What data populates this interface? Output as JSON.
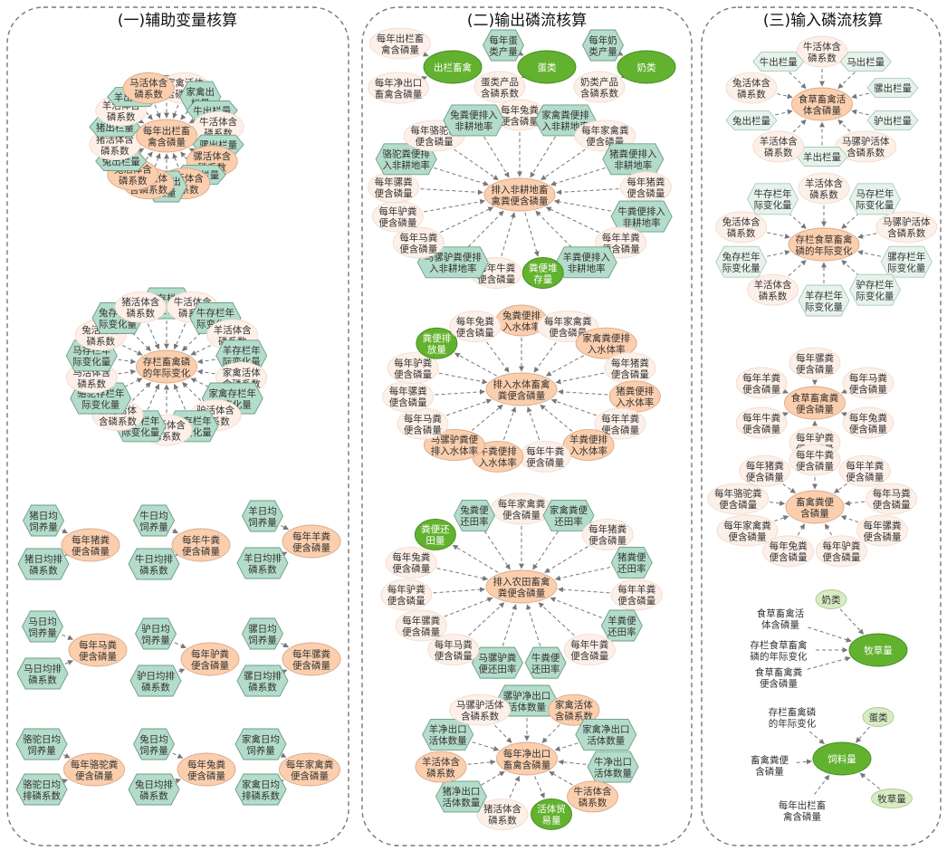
{
  "colors": {
    "node_orange": "#fbcfae",
    "node_orange_stroke": "#d9a98a",
    "node_teal": "#b4dccb",
    "node_teal_stroke": "#6b9c88",
    "node_lightteal": "#e6f3ec",
    "node_lightteal_stroke": "#aac9b8",
    "node_pale": "#fdf0e8",
    "node_pale_stroke": "#f0dccf",
    "node_green": "#63b22f",
    "node_green_stroke": "#3f8a1c",
    "node_lightgreen": "#d8ecc4",
    "node_lightgreen_stroke": "#a9cc8a",
    "edge": "#777777",
    "panel_border": "#777777"
  },
  "panels": [
    {
      "title": "(一)辅助变量核算"
    },
    {
      "title": "(二)输出磷流核算"
    },
    {
      "title": "(三)输入磷流核算"
    }
  ],
  "groups": [
    {
      "center": {
        "text": "每年出栏畜禽含磷量",
        "style": "orange"
      },
      "leaves": [
        {
          "text": "马出栏量",
          "style": "teal",
          "dir": "in"
        },
        {
          "text": "家禽活体含磷系数",
          "style": "pale",
          "dir": "in"
        },
        {
          "text": "家禽出栏量",
          "style": "teal",
          "dir": "in"
        },
        {
          "text": "牛出栏量",
          "style": "teal",
          "dir": "in"
        },
        {
          "text": "牛活体含磷系数",
          "style": "pale",
          "dir": "in"
        },
        {
          "text": "骡出栏量",
          "style": "teal",
          "dir": "in"
        },
        {
          "text": "骡活体含磷系数",
          "style": "orange",
          "dir": "in"
        },
        {
          "text": "驴出栏量",
          "style": "teal",
          "dir": "in"
        },
        {
          "text": "驴活体含磷系数",
          "style": "orange",
          "dir": "in"
        },
        {
          "text": "骆驼出栏量",
          "style": "teal",
          "dir": "in"
        },
        {
          "text": "骆驼活体含磷系数",
          "style": "orange",
          "dir": "in"
        },
        {
          "text": "兔活体含磷系数",
          "style": "orange",
          "dir": "in"
        },
        {
          "text": "兔出栏量",
          "style": "teal",
          "dir": "in"
        },
        {
          "text": "猪活体含磷系数",
          "style": "pale",
          "dir": "in"
        },
        {
          "text": "猪出栏量",
          "style": "teal",
          "dir": "in"
        },
        {
          "text": "羊活体含磷系数",
          "style": "pale",
          "dir": "in"
        },
        {
          "text": "羊出栏量",
          "style": "teal",
          "dir": "in"
        },
        {
          "text": "马活体含磷系数",
          "style": "orange",
          "dir": "in"
        }
      ]
    },
    {
      "center": {
        "text": "存栏畜禽磷的年际变化",
        "style": "orange"
      },
      "leaves": [
        {
          "text": "猪存栏年际变化量",
          "style": "teal",
          "dir": "in"
        },
        {
          "text": "牛活体含磷系数",
          "style": "pale",
          "dir": "in"
        },
        {
          "text": "牛存栏年际变化量",
          "style": "teal",
          "dir": "in"
        },
        {
          "text": "羊活体含磷系数",
          "style": "pale",
          "dir": "in"
        },
        {
          "text": "羊存栏年际变化量",
          "style": "teal",
          "dir": "in"
        },
        {
          "text": "家禽活体含磷系数",
          "style": "pale",
          "dir": "in"
        },
        {
          "text": "家禽存栏年际变化量",
          "style": "teal",
          "dir": "in"
        },
        {
          "text": "驴活体含磷系数",
          "style": "pale",
          "dir": "in"
        },
        {
          "text": "驴存栏年际变化量",
          "style": "teal",
          "dir": "in"
        },
        {
          "text": "骡活体含磷系数",
          "style": "pale",
          "dir": "in"
        },
        {
          "text": "骡存栏年际变化量",
          "style": "teal",
          "dir": "in"
        },
        {
          "text": "骆驼活体含磷系数",
          "style": "pale",
          "dir": "in"
        },
        {
          "text": "骆驼存栏年际变化量",
          "style": "teal",
          "dir": "in"
        },
        {
          "text": "马活体含磷系数",
          "style": "pale",
          "dir": "in"
        },
        {
          "text": "马存栏年际变化量",
          "style": "teal",
          "dir": "in"
        },
        {
          "text": "兔活体含磷系数",
          "style": "pale",
          "dir": "in"
        },
        {
          "text": "兔存栏年际变化量",
          "style": "teal",
          "dir": "in"
        },
        {
          "text": "猪活体含磷系数",
          "style": "pale",
          "dir": "in"
        }
      ]
    },
    {
      "center": {
        "text": "每年猪粪便含磷量",
        "style": "orange"
      },
      "leaves": [
        {
          "text": "猪日均饲养量",
          "style": "teal",
          "dir": "in"
        },
        {
          "text": "猪日均排磷系数",
          "style": "teal",
          "dir": "in"
        }
      ]
    },
    {
      "center": {
        "text": "每年牛粪便含磷量",
        "style": "orange"
      },
      "leaves": [
        {
          "text": "牛日均饲养量",
          "style": "teal",
          "dir": "in"
        },
        {
          "text": "牛日均排磷系数",
          "style": "teal",
          "dir": "in"
        }
      ]
    },
    {
      "center": {
        "text": "每年羊粪便含磷量",
        "style": "orange"
      },
      "leaves": [
        {
          "text": "羊日均饲养量",
          "style": "teal",
          "dir": "in"
        },
        {
          "text": "羊日均排磷系数",
          "style": "teal",
          "dir": "in"
        }
      ]
    },
    {
      "center": {
        "text": "每年马粪便含磷量",
        "style": "orange"
      },
      "leaves": [
        {
          "text": "马日均饲养量",
          "style": "teal",
          "dir": "in"
        },
        {
          "text": "马日均排磷系数",
          "style": "teal",
          "dir": "in"
        }
      ]
    },
    {
      "center": {
        "text": "每年驴粪便含磷量",
        "style": "orange"
      },
      "leaves": [
        {
          "text": "驴日均饲养量",
          "style": "teal",
          "dir": "in"
        },
        {
          "text": "驴日均排磷系数",
          "style": "teal",
          "dir": "in"
        }
      ]
    },
    {
      "center": {
        "text": "每年骡粪便含磷量",
        "style": "orange"
      },
      "leaves": [
        {
          "text": "骡日均饲养量",
          "style": "teal",
          "dir": "in"
        },
        {
          "text": "骡日均排磷系数",
          "style": "teal",
          "dir": "in"
        }
      ]
    },
    {
      "center": {
        "text": "每年骆驼粪便含磷量",
        "style": "orange"
      },
      "leaves": [
        {
          "text": "骆驼日均饲养量",
          "style": "teal",
          "dir": "in"
        },
        {
          "text": "骆驼日均排磷系数",
          "style": "teal",
          "dir": "in"
        }
      ]
    },
    {
      "center": {
        "text": "每年兔粪便含磷量",
        "style": "orange"
      },
      "leaves": [
        {
          "text": "兔日均饲养量",
          "style": "teal",
          "dir": "in"
        },
        {
          "text": "兔日均排磷系数",
          "style": "teal",
          "dir": "in"
        }
      ]
    },
    {
      "center": {
        "text": "每年家禽粪便含磷量",
        "style": "orange"
      },
      "leaves": [
        {
          "text": "家禽日均饲养量",
          "style": "teal",
          "dir": "in"
        },
        {
          "text": "家禽日均排磷系数",
          "style": "teal",
          "dir": "in"
        }
      ]
    },
    {
      "center": {
        "text": "出栏畜禽",
        "style": "green"
      },
      "leaves": [
        {
          "text": "每年出栏畜禽含磷量",
          "style": "pale",
          "dir": "in"
        },
        {
          "text": "每年净出口畜禽含磷量",
          "style": "pale",
          "dir": "in"
        }
      ]
    },
    {
      "center": {
        "text": "蛋类",
        "style": "green"
      },
      "leaves": [
        {
          "text": "每年蛋类产量",
          "style": "teal",
          "dir": "in"
        },
        {
          "text": "蛋类产品含磷系数",
          "style": "pale",
          "dir": "in"
        }
      ]
    },
    {
      "center": {
        "text": "奶类",
        "style": "green"
      },
      "leaves": [
        {
          "text": "每年奶类产量",
          "style": "teal",
          "dir": "in"
        },
        {
          "text": "奶类产品含磷系数",
          "style": "pale",
          "dir": "in"
        }
      ]
    },
    {
      "center": {
        "text": "排入非耕地畜禽粪便含磷量",
        "style": "orange"
      },
      "leaves": [
        {
          "text": "每年兔粪便含磷量",
          "style": "pale",
          "dir": "in"
        },
        {
          "text": "家禽粪便排入非耕地率",
          "style": "teal",
          "dir": "in"
        },
        {
          "text": "每年家禽粪便含磷量",
          "style": "pale",
          "dir": "in"
        },
        {
          "text": "猪粪便排入非耕地率",
          "style": "teal",
          "dir": "in"
        },
        {
          "text": "每年猪粪便含磷量",
          "style": "pale",
          "dir": "in"
        },
        {
          "text": "牛粪便排入非耕地率",
          "style": "teal",
          "dir": "in"
        },
        {
          "text": "每年羊粪便含磷量",
          "style": "pale",
          "dir": "in"
        },
        {
          "text": "羊粪便排入非耕地率",
          "style": "teal",
          "dir": "in"
        },
        {
          "text": "粪便堆存量",
          "style": "green",
          "dir": "out"
        },
        {
          "text": "每年牛粪便含磷量",
          "style": "pale",
          "dir": "in"
        },
        {
          "text": "马骡驴粪便排入非耕地率",
          "style": "teal",
          "dir": "in"
        },
        {
          "text": "每年马粪便含磷量",
          "style": "pale",
          "dir": "in"
        },
        {
          "text": "每年驴粪便含磷量",
          "style": "pale",
          "dir": "in"
        },
        {
          "text": "每年骡粪便含磷量",
          "style": "pale",
          "dir": "in"
        },
        {
          "text": "骆驼粪便排入非耕地率",
          "style": "teal",
          "dir": "in"
        },
        {
          "text": "每年骆驼粪便含磷量",
          "style": "pale",
          "dir": "in"
        },
        {
          "text": "兔粪便排入非耕地率",
          "style": "teal",
          "dir": "in"
        }
      ]
    },
    {
      "center": {
        "text": "排入水体畜禽粪便含磷量",
        "style": "orange"
      },
      "leaves": [
        {
          "text": "兔粪便排入水体率",
          "style": "orange",
          "dir": "in"
        },
        {
          "text": "每年家禽粪便含磷量",
          "style": "pale",
          "dir": "in"
        },
        {
          "text": "家禽粪便排入水体率",
          "style": "orange",
          "dir": "in"
        },
        {
          "text": "每年猪粪便含磷量",
          "style": "pale",
          "dir": "in"
        },
        {
          "text": "猪粪便排入水体率",
          "style": "orange",
          "dir": "in"
        },
        {
          "text": "每年羊粪便含磷量",
          "style": "pale",
          "dir": "in"
        },
        {
          "text": "羊粪便排入水体率",
          "style": "orange",
          "dir": "in"
        },
        {
          "text": "每年牛粪便含磷量",
          "style": "pale",
          "dir": "in"
        },
        {
          "text": "牛粪便排入水体率",
          "style": "orange",
          "dir": "in"
        },
        {
          "text": "马骡驴粪便排入水体率",
          "style": "orange",
          "dir": "in"
        },
        {
          "text": "每年马粪便含磷量",
          "style": "pale",
          "dir": "in"
        },
        {
          "text": "每年骡粪便含磷量",
          "style": "pale",
          "dir": "in"
        },
        {
          "text": "每年驴粪便含磷量",
          "style": "pale",
          "dir": "in"
        },
        {
          "text": "粪便排放量",
          "style": "green",
          "dir": "out"
        },
        {
          "text": "每年兔粪便含磷量",
          "style": "pale",
          "dir": "in"
        }
      ]
    },
    {
      "center": {
        "text": "排入农田畜禽粪便含磷量",
        "style": "orange"
      },
      "leaves": [
        {
          "text": "每年家禽粪便含磷量",
          "style": "pale",
          "dir": "in"
        },
        {
          "text": "家禽粪便还田率",
          "style": "teal",
          "dir": "in"
        },
        {
          "text": "每年猪粪便含磷量",
          "style": "pale",
          "dir": "in"
        },
        {
          "text": "猪粪便还田率",
          "style": "teal",
          "dir": "in"
        },
        {
          "text": "每年羊粪便含磷量",
          "style": "pale",
          "dir": "in"
        },
        {
          "text": "羊粪便还田率",
          "style": "teal",
          "dir": "in"
        },
        {
          "text": "每年牛粪便含磷量",
          "style": "pale",
          "dir": "in"
        },
        {
          "text": "牛粪便还田率",
          "style": "teal",
          "dir": "in"
        },
        {
          "text": "马骡驴粪便还田率",
          "style": "teal",
          "dir": "in"
        },
        {
          "text": "每年马粪便含磷量",
          "style": "pale",
          "dir": "in"
        },
        {
          "text": "每年骡粪便含磷量",
          "style": "pale",
          "dir": "in"
        },
        {
          "text": "每年驴粪便含磷量",
          "style": "pale",
          "dir": "in"
        },
        {
          "text": "每年兔粪便含磷量",
          "style": "pale",
          "dir": "in"
        },
        {
          "text": "粪便还田量",
          "style": "green",
          "dir": "out"
        },
        {
          "text": "兔粪便还田率",
          "style": "teal",
          "dir": "in"
        }
      ]
    },
    {
      "center": {
        "text": "每年净出口畜禽含磷量",
        "style": "orange"
      },
      "leaves": [
        {
          "text": "骡驴净出口活体数量",
          "style": "teal",
          "dir": "in"
        },
        {
          "text": "家禽活体含磷系数",
          "style": "orange",
          "dir": "in"
        },
        {
          "text": "家禽净出口活体数量",
          "style": "teal",
          "dir": "in"
        },
        {
          "text": "牛净出口活体数量",
          "style": "teal",
          "dir": "in"
        },
        {
          "text": "牛活体含磷系数",
          "style": "orange",
          "dir": "in"
        },
        {
          "text": "活体贸易量",
          "style": "green",
          "dir": "out"
        },
        {
          "text": "猪活体含磷系数",
          "style": "pale",
          "dir": "in"
        },
        {
          "text": "猪净出口活体数量",
          "style": "teal",
          "dir": "in"
        },
        {
          "text": "羊活体含磷系数",
          "style": "orange",
          "dir": "in"
        },
        {
          "text": "羊净出口活体数量",
          "style": "teal",
          "dir": "in"
        },
        {
          "text": "马骡驴活体含磷系数",
          "style": "pale",
          "dir": "in"
        }
      ]
    },
    {
      "center": {
        "text": "食草畜禽活体含磷量",
        "style": "orange"
      },
      "leaves": [
        {
          "text": "牛活体含磷系数",
          "style": "pale",
          "dir": "in"
        },
        {
          "text": "马出栏量",
          "style": "lightteal",
          "dir": "in"
        },
        {
          "text": "骡出栏量",
          "style": "lightteal",
          "dir": "in"
        },
        {
          "text": "驴出栏量",
          "style": "lightteal",
          "dir": "in"
        },
        {
          "text": "马骡驴活体含磷系数",
          "style": "pale",
          "dir": "in"
        },
        {
          "text": "羊出栏量",
          "style": "lightteal",
          "dir": "in"
        },
        {
          "text": "羊活体含磷系数",
          "style": "pale",
          "dir": "in"
        },
        {
          "text": "兔出栏量",
          "style": "lightteal",
          "dir": "in"
        },
        {
          "text": "兔活体含磷系数",
          "style": "pale",
          "dir": "in"
        },
        {
          "text": "牛出栏量",
          "style": "lightteal",
          "dir": "in"
        }
      ]
    },
    {
      "center": {
        "text": "存栏食草畜禽磷的年际变化",
        "style": "orange"
      },
      "leaves": [
        {
          "text": "羊活体含磷系数",
          "style": "pale",
          "dir": "in"
        },
        {
          "text": "马存栏年际变化量",
          "style": "lightteal",
          "dir": "in"
        },
        {
          "text": "马骡驴活体含磷系数",
          "style": "pale",
          "dir": "in"
        },
        {
          "text": "骡存栏年际变化量",
          "style": "lightteal",
          "dir": "in"
        },
        {
          "text": "驴存栏年际变化量",
          "style": "lightteal",
          "dir": "in"
        },
        {
          "text": "羊存栏年际变化量",
          "style": "lightteal",
          "dir": "in"
        },
        {
          "text": "羊活体含磷系数",
          "style": "pale",
          "dir": "in"
        },
        {
          "text": "兔存栏年际变化量",
          "style": "lightteal",
          "dir": "in"
        },
        {
          "text": "兔活体含磷系数",
          "style": "pale",
          "dir": "in"
        },
        {
          "text": "牛存栏年际变化量",
          "style": "lightteal",
          "dir": "in"
        }
      ]
    },
    {
      "center": {
        "text": "食草畜禽粪便含磷量",
        "style": "orange"
      },
      "leaves": [
        {
          "text": "每年骡粪便含磷量",
          "style": "pale",
          "dir": "in"
        },
        {
          "text": "每年马粪便含磷量",
          "style": "pale",
          "dir": "in"
        },
        {
          "text": "每年兔粪便含磷量",
          "style": "pale",
          "dir": "in"
        },
        {
          "text": "每年驴粪便含磷量",
          "style": "pale",
          "dir": "in"
        },
        {
          "text": "每年牛粪便含磷量",
          "style": "pale",
          "dir": "in"
        },
        {
          "text": "每年羊粪便含磷量",
          "style": "pale",
          "dir": "in"
        }
      ]
    },
    {
      "center": {
        "text": "畜禽粪便含磷量",
        "style": "orange"
      },
      "leaves": [
        {
          "text": "每年牛粪便含磷量",
          "style": "pale",
          "dir": "in"
        },
        {
          "text": "每年羊粪便含磷量",
          "style": "pale",
          "dir": "in"
        },
        {
          "text": "每年马粪便含磷量",
          "style": "pale",
          "dir": "in"
        },
        {
          "text": "每年骡粪便含磷量",
          "style": "pale",
          "dir": "in"
        },
        {
          "text": "每年驴粪便含磷量",
          "style": "pale",
          "dir": "in"
        },
        {
          "text": "每年兔粪便含磷量",
          "style": "pale",
          "dir": "in"
        },
        {
          "text": "每年家禽粪便含磷量",
          "style": "pale",
          "dir": "in"
        },
        {
          "text": "每年骆驼粪便含磷量",
          "style": "pale",
          "dir": "in"
        },
        {
          "text": "每年猪粪便含磷量",
          "style": "pale",
          "dir": "in"
        }
      ]
    },
    {
      "center": {
        "text": "牧草量",
        "style": "green"
      },
      "leaves": [
        {
          "text": "奶类",
          "style": "lightgreen",
          "dir": "in"
        },
        {
          "text": "食草畜禽活体含磷量",
          "style": "plain",
          "dir": "in"
        },
        {
          "text": "存栏食草畜禽磷的年际变化",
          "style": "plain",
          "dir": "in"
        },
        {
          "text": "食草畜禽粪便含磷量",
          "style": "plain",
          "dir": "in"
        }
      ]
    },
    {
      "center": {
        "text": "饲料量",
        "style": "green"
      },
      "leaves": [
        {
          "text": "存栏畜禽磷的年际变化",
          "style": "plain",
          "dir": "in"
        },
        {
          "text": "蛋类",
          "style": "lightgreen",
          "dir": "in"
        },
        {
          "text": "牧草量",
          "style": "lightgreen",
          "dir": "in"
        },
        {
          "text": "畜禽粪便含磷量",
          "style": "plain",
          "dir": "in"
        },
        {
          "text": "每年出栏畜禽含磷量",
          "style": "plain",
          "dir": "in"
        }
      ]
    }
  ]
}
